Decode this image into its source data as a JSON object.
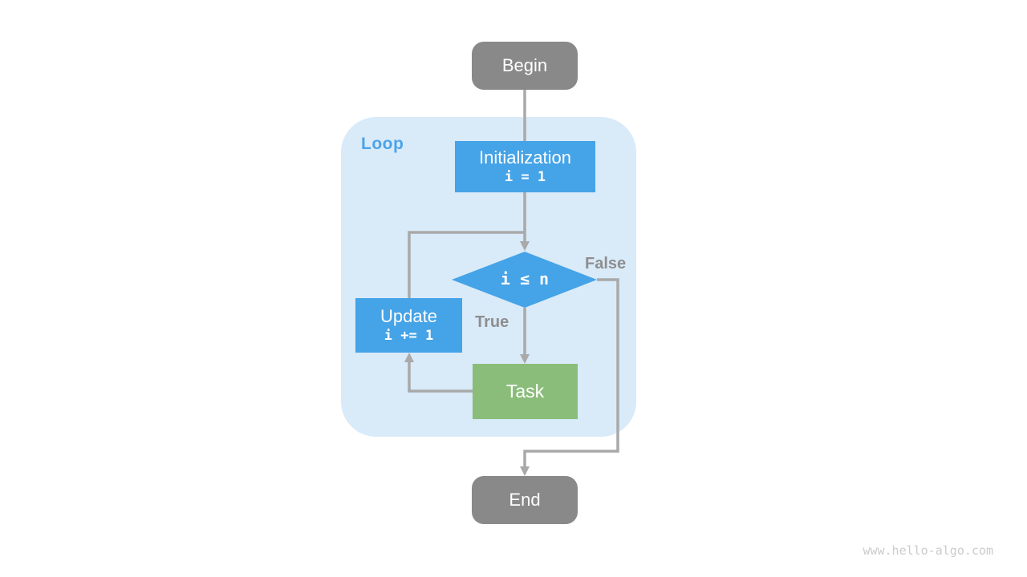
{
  "diagram": {
    "loop_label": "Loop",
    "nodes": {
      "begin": {
        "label": "Begin"
      },
      "initialization": {
        "title": "Initialization",
        "code": "i = 1"
      },
      "condition": {
        "label": "i ≤ n"
      },
      "update": {
        "title": "Update",
        "code": "i += 1"
      },
      "task": {
        "label": "Task"
      },
      "end": {
        "label": "End"
      }
    },
    "edge_labels": {
      "true_branch": "True",
      "false_branch": "False"
    },
    "edges": [
      "begin -> initialization",
      "initialization -> condition",
      "condition -true-> task",
      "task -> update",
      "update -> condition",
      "condition -false-> end"
    ]
  },
  "watermark": "www.hello-algo.com",
  "colors": {
    "node_blue": "#45A3E7",
    "node_green": "#8ABD79",
    "node_gray": "#898989",
    "loop_bg": "#D9EAF9",
    "loop_label": "#4CA3E8",
    "arrow": "#A9A9A9",
    "edge_label": "#8E8E8E",
    "watermark": "#CBCBCB"
  }
}
